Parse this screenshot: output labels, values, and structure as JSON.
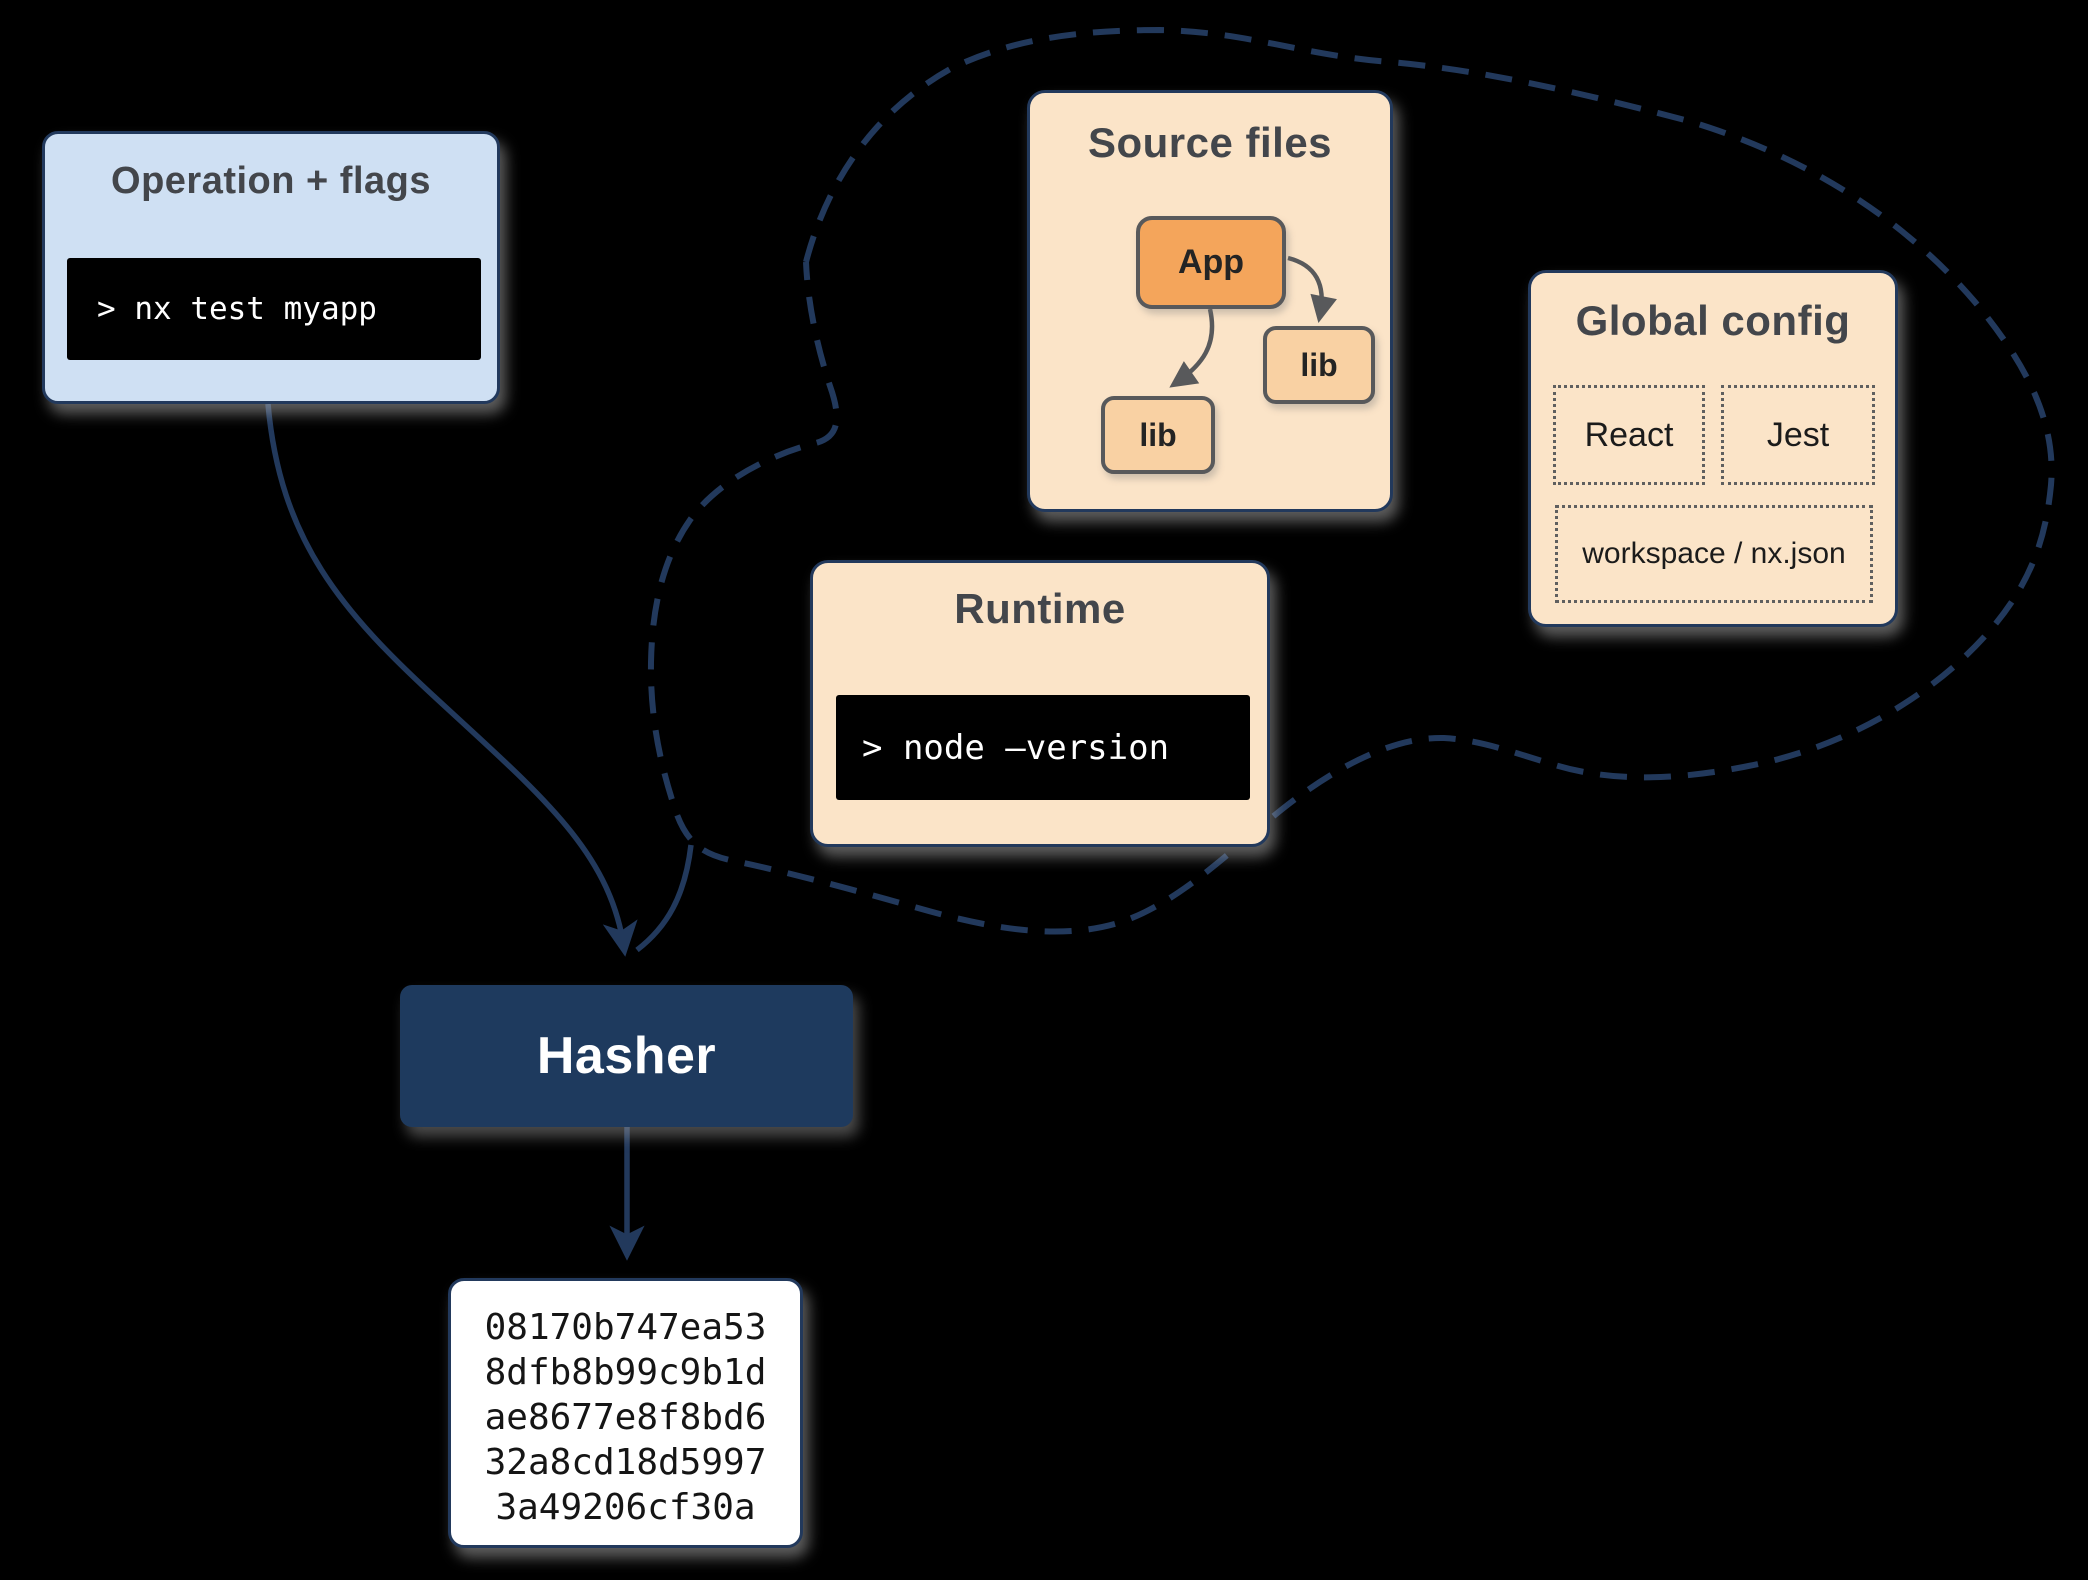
{
  "diagram": {
    "operation_box": {
      "title": "Operation + flags",
      "command": "> nx test myapp"
    },
    "cloud": {
      "source_files": {
        "title": "Source files",
        "nodes": [
          {
            "label": "App"
          },
          {
            "label": "lib"
          },
          {
            "label": "lib"
          }
        ]
      },
      "global_config": {
        "title": "Global config",
        "items": [
          {
            "label": "React"
          },
          {
            "label": "Jest"
          },
          {
            "label": "workspace / nx.json"
          }
        ]
      },
      "runtime": {
        "title": "Runtime",
        "command": "> node –version"
      }
    },
    "hasher": {
      "label": "Hasher"
    },
    "hash_output": {
      "lines": [
        "08170b747ea53",
        "8dfb8b99c9b1d",
        "ae8677e8f8bd6",
        "32a8cd18d5997",
        "3a49206cf30a"
      ]
    },
    "colors": {
      "background": "#000000",
      "navy_stroke": "#22395c",
      "hasher_fill": "#1e3a5e",
      "operation_fill": "#cfe0f3",
      "cloud_card_fill": "#fbe4c8",
      "app_node_fill": "#f4a55b",
      "lib_node_fill": "#f9d1a3",
      "node_border_gray": "#58595b",
      "title_text": "#43464b",
      "terminal_bg": "#000000",
      "terminal_text": "#ffffff",
      "hash_box_fill": "#ffffff",
      "hash_text": "#151515"
    }
  }
}
